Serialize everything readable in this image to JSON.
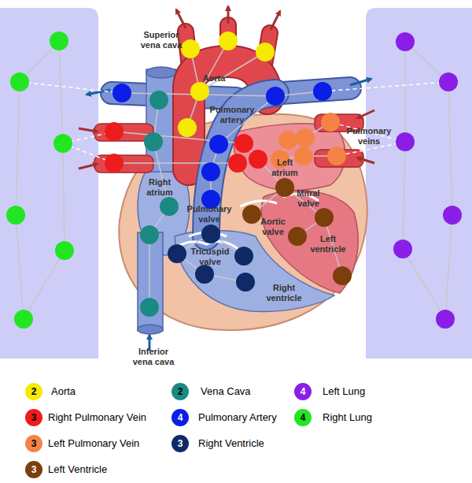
{
  "diagram": {
    "labels": [
      "Superior vena cava",
      "Aorta",
      "Pulmonary artery",
      "Pulmonary veins",
      "Left atrium",
      "Right atrium",
      "Mitral valve",
      "Pulmonary valve",
      "Aortic valve",
      "Left ventricle",
      "Tricuspid valve",
      "Right ventricle",
      "Inferior vena cava",
      "2",
      "2",
      "4",
      "3",
      "4",
      "4",
      "3",
      "3",
      "3"
    ],
    "legend": [
      {
        "text": "Aorta",
        "color": "#f5ea00"
      },
      {
        "text": "Vena Cava",
        "color": "#1a8a82"
      },
      {
        "text": "Left Lung",
        "color": "#8a1ee6"
      },
      {
        "text": "Right Pulmonary Vein",
        "color": "#ee1c1c"
      },
      {
        "text": "Pulmonary Artery",
        "color": "#0a1ee6"
      },
      {
        "text": "Right Lung",
        "color": "#22e622"
      },
      {
        "text": "Left Pulmonary Vein",
        "color": "#f58346"
      },
      {
        "text": "Right Ventricle",
        "color": "#0f2a66"
      },
      {
        "text": "Left Ventricle",
        "color": "#7b3f0c"
      }
    ]
  }
}
